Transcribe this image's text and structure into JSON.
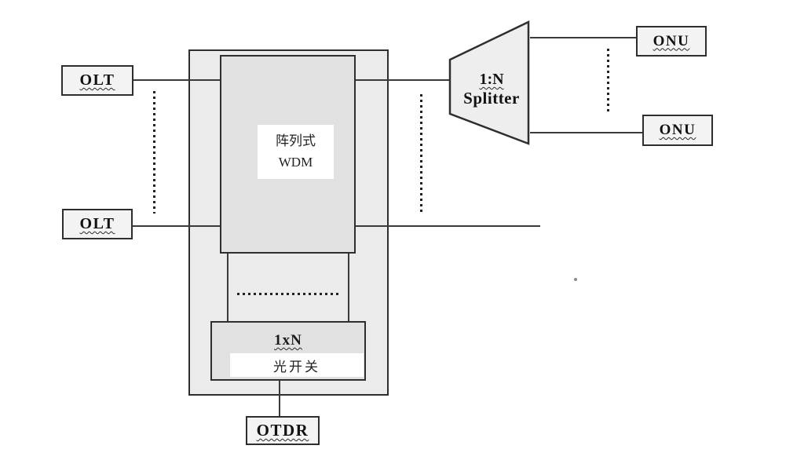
{
  "nodes": {
    "olt_top": {
      "label": "OLT"
    },
    "olt_bottom": {
      "label": "OLT"
    },
    "array_wdm": {
      "line1": "阵列式",
      "line2": "WDM"
    },
    "splitter": {
      "line1": "1:N",
      "line2": "Splitter"
    },
    "onu_top": {
      "label": "ONU"
    },
    "onu_bottom": {
      "label": "ONU"
    },
    "optical_switch": {
      "line1": "1xN",
      "line2": "光开关"
    },
    "otdr": {
      "label": "OTDR"
    }
  },
  "colors": {
    "background": "#ffffff",
    "border": "#2e2e2e",
    "line": "#3a3a3a",
    "outer_fill": "#ebebeb",
    "module_fill": "#e1e1e1",
    "node_fill": "#f3f3f3",
    "splitter_fill": "#eeeeee"
  }
}
